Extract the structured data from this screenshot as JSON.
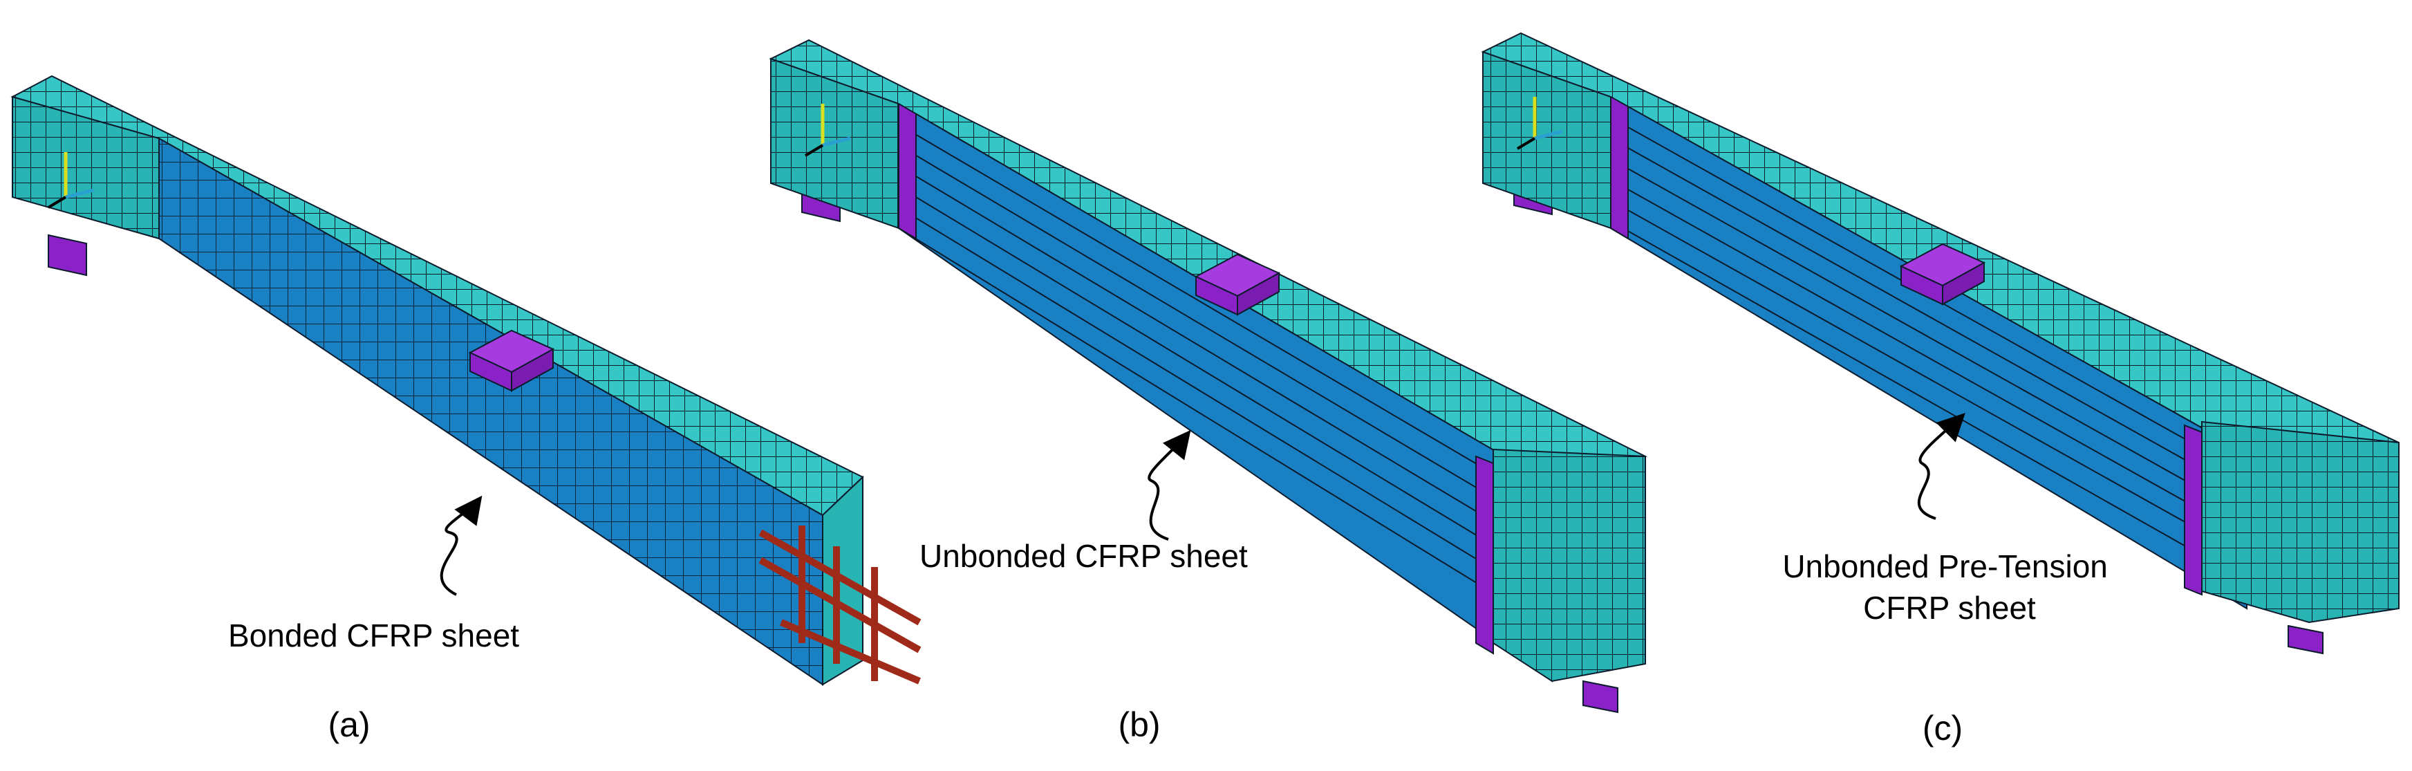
{
  "colors": {
    "concrete_face": "#29b4b4",
    "concrete_side": "#2ec0c0",
    "concrete_top": "#37c6c6",
    "cfrp_sheet": "#1a80c4",
    "cfrp_sheet_dark": "#1570ad",
    "plate": "#8a22c8",
    "plate_top": "#a63be0",
    "rebar": "#a02a1a",
    "mesh_line": "#0b1b2b",
    "axis_y": "#d8e020",
    "axis_x": "#2aa0d0"
  },
  "panels": [
    {
      "id": "a",
      "caption": "(a)",
      "label_lines": [
        "Bonded CFRP sheet"
      ],
      "sheet": "bonded"
    },
    {
      "id": "b",
      "caption": "(b)",
      "label_lines": [
        "Unbonded CFRP sheet"
      ],
      "sheet": "unbonded"
    },
    {
      "id": "c",
      "caption": "(c)",
      "label_lines": [
        "Unbonded Pre-Tension",
        "CFRP sheet"
      ],
      "sheet": "unbonded"
    }
  ],
  "icons": {
    "coordinate_axes": "coordinate-triad-icon",
    "pointer_arrow": "curved-arrow-icon"
  }
}
